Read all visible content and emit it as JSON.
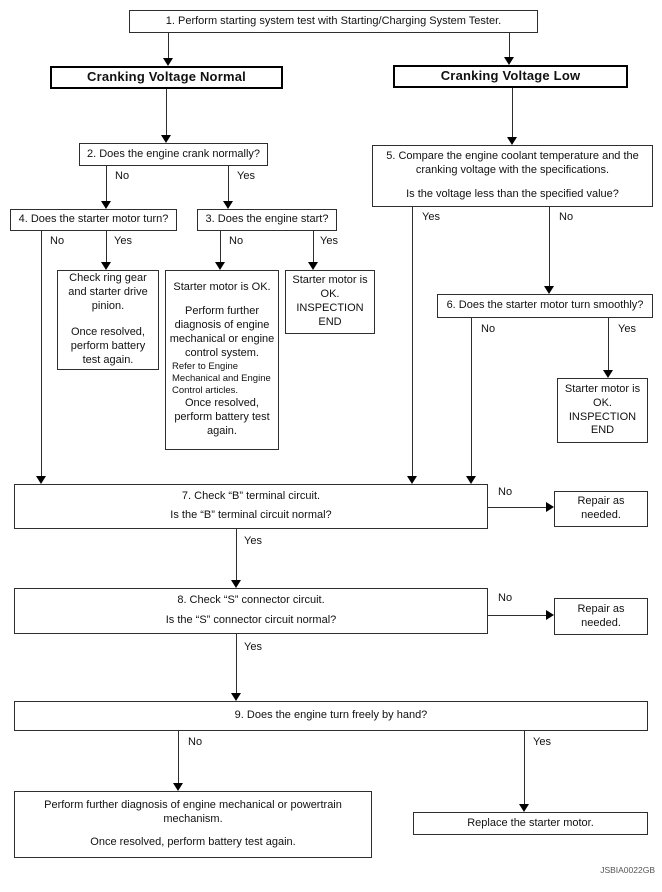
{
  "figure_code": "JSBIA0022GB",
  "nodes": {
    "step1": {
      "text": "1. Perform starting system test with Starting/Charging System Tester."
    },
    "header_normal": {
      "text": "Cranking Voltage Normal"
    },
    "header_low": {
      "text": "Cranking Voltage Low"
    },
    "q2": {
      "text": "2. Does the engine crank normally?"
    },
    "q5": {
      "line1": "5. Compare the engine coolant temperature and the cranking voltage with the specifications.",
      "line2": "Is the voltage less than the specified value?"
    },
    "q4": {
      "text": "4. Does the starter motor turn?"
    },
    "q3": {
      "text": "3. Does the engine start?"
    },
    "ring_gear": {
      "line1": "Check ring gear and starter drive pinion.",
      "line2": "Once resolved, perform battery test again."
    },
    "starter_ok_diag": {
      "line1": "Starter motor is OK.",
      "line2": "Perform further diagnosis of engine mechanical or engine control system.",
      "note": "Refer to Engine Mechanical and Engine Control articles.",
      "line3": "Once resolved, perform battery test again."
    },
    "inspection_end_1": {
      "line1": "Starter motor is OK.",
      "line2": "INSPECTION END"
    },
    "q6": {
      "text": "6. Does the starter motor turn smoothly?"
    },
    "inspection_end_2": {
      "line1": "Starter motor is OK.",
      "line2": "INSPECTION END"
    },
    "q7": {
      "line1": "7. Check “B” terminal circuit.",
      "line2": "Is the “B” terminal circuit normal?"
    },
    "repair1": {
      "text": "Repair as needed."
    },
    "q8": {
      "line1": "8. Check “S” connector circuit.",
      "line2": "Is the “S” connector circuit normal?"
    },
    "repair2": {
      "text": "Repair as needed."
    },
    "q9": {
      "text": "9. Does the engine turn freely by hand?"
    },
    "bot_left": {
      "line1": "Perform further diagnosis of engine mechanical or powertrain mechanism.",
      "line2": "Once resolved, perform battery test again."
    },
    "bot_right": {
      "text": "Replace the starter motor."
    }
  },
  "edges": {
    "q2_no": "No",
    "q2_yes": "Yes",
    "q4_no": "No",
    "q4_yes": "Yes",
    "q3_no": "No",
    "q3_yes": "Yes",
    "q5_yes": "Yes",
    "q5_no": "No",
    "q6_no": "No",
    "q6_yes": "Yes",
    "q7_no": "No",
    "q7_yes": "Yes",
    "q8_no": "No",
    "q8_yes": "Yes",
    "q9_no": "No",
    "q9_yes": "Yes"
  }
}
